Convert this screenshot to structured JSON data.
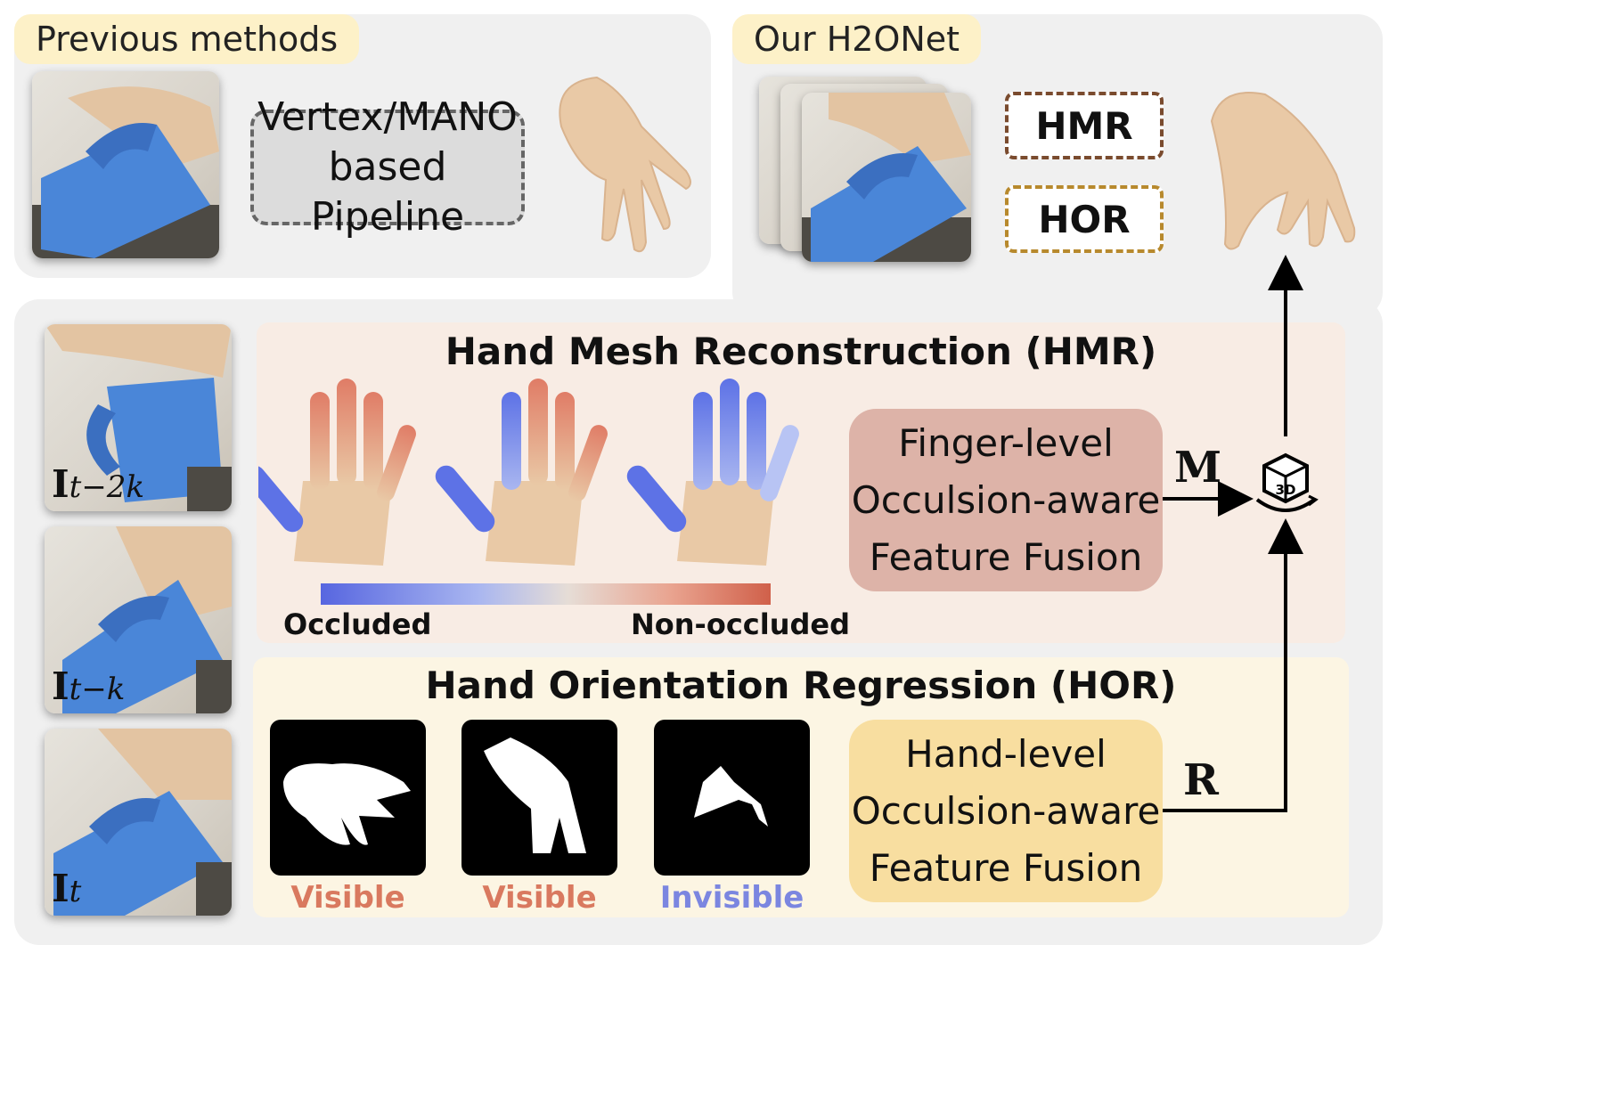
{
  "previous": {
    "tag": "Previous methods",
    "pipeline_line1": "Vertex/MANO",
    "pipeline_line2": "based Pipeline"
  },
  "ours": {
    "tag": "Our H2ONet",
    "hmr": "HMR",
    "hor": "HOR"
  },
  "frames": [
    {
      "main": "I",
      "sub": "t−2k"
    },
    {
      "main": "I",
      "sub": "t−k"
    },
    {
      "main": "I",
      "sub": "t"
    }
  ],
  "hmr_section": {
    "title": "Hand Mesh Reconstruction (HMR)",
    "colorbar_left": "Occluded",
    "colorbar_right": "Non-occluded",
    "fusion_line1": "Finger-level",
    "fusion_line2": "Occulsion-aware",
    "fusion_line3": "Feature Fusion",
    "arrow_label": "M"
  },
  "hor_section": {
    "title": "Hand Orientation Regression (HOR)",
    "masks": [
      {
        "label": "Visible",
        "color": "#d9795f"
      },
      {
        "label": "Visible",
        "color": "#d9795f"
      },
      {
        "label": "Invisible",
        "color": "#7b86e0"
      }
    ],
    "fusion_line1": "Hand-level",
    "fusion_line2": "Occulsion-aware",
    "fusion_line3": "Feature Fusion",
    "arrow_label": "R"
  },
  "colors": {
    "occluded": "#5766e0",
    "non_occluded": "#d0604a",
    "skin": "#e9c9a6",
    "hmr_bg": "#f8ece4",
    "hor_bg": "#fcf5e3",
    "hmr_fusion": "#ddb3a8",
    "hor_fusion": "#f8deA0",
    "jug": "#4a86d8"
  },
  "icons": {
    "mesh_3d": "rotate-3d-icon"
  }
}
